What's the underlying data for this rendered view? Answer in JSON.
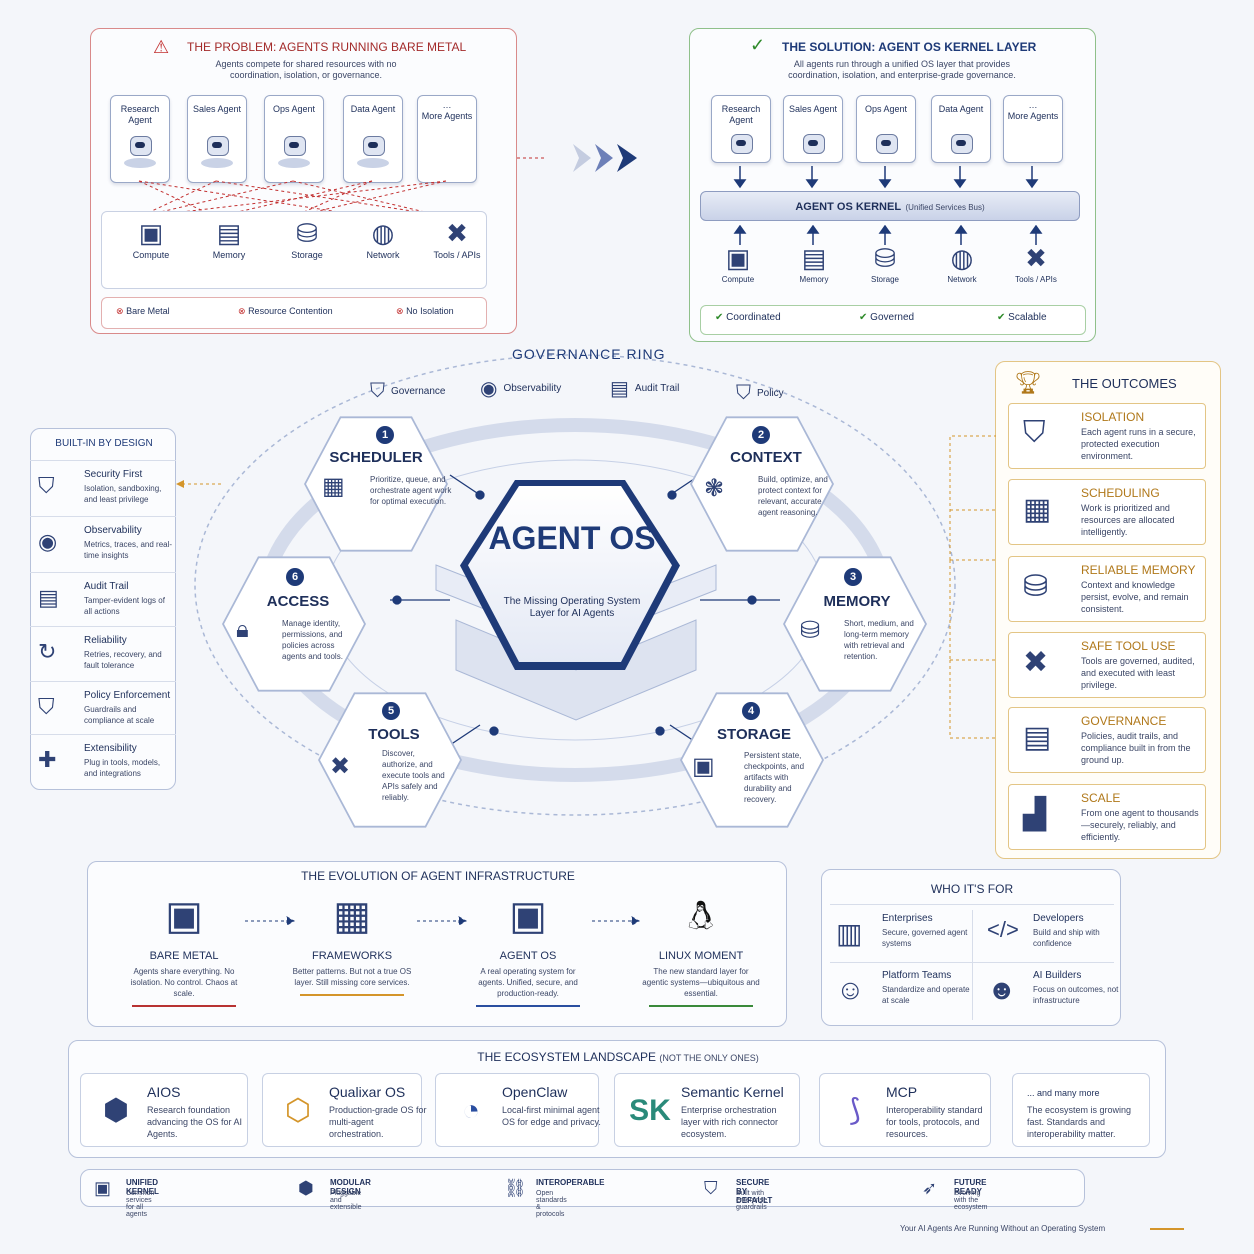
{
  "problem": {
    "title": "THE PROBLEM: AGENTS RUNNING BARE METAL",
    "subtitle": "Agents compete for shared resources with no coordination, isolation, or governance.",
    "agents": [
      "Research Agent",
      "Sales Agent",
      "Ops Agent",
      "Data Agent",
      "More Agents"
    ],
    "resources": [
      "Compute",
      "Memory",
      "Storage",
      "Network",
      "Tools / APIs"
    ],
    "issues": [
      "Bare Metal",
      "Resource Contention",
      "No Isolation"
    ]
  },
  "solution": {
    "title": "THE SOLUTION: AGENT OS KERNEL LAYER",
    "subtitle": "All agents run through a unified OS layer that provides coordination, isolation, and enterprise-grade governance.",
    "agents": [
      "Research Agent",
      "Sales Agent",
      "Ops Agent",
      "Data Agent",
      "More Agents"
    ],
    "kernel_label": "AGENT OS KERNEL",
    "kernel_sub": "(Unified Services Bus)",
    "resources": [
      "Compute",
      "Memory",
      "Storage",
      "Network",
      "Tools / APIs"
    ],
    "benefits": [
      "Coordinated",
      "Governed",
      "Scalable"
    ]
  },
  "governance_ring": {
    "title": "GOVERNANCE RING",
    "items": [
      "Governance",
      "Observability",
      "Audit Trail",
      "Policy"
    ]
  },
  "core": {
    "title": "AGENT OS",
    "subtitle": "The Missing Operating System Layer for AI Agents"
  },
  "modules": [
    {
      "num": "1",
      "title": "SCHEDULER",
      "desc": "Prioritize, queue, and orchestrate agent work for optimal execution."
    },
    {
      "num": "2",
      "title": "CONTEXT",
      "desc": "Build, optimize, and protect context for relevant, accurate agent reasoning."
    },
    {
      "num": "3",
      "title": "MEMORY",
      "desc": "Short, medium, and long-term memory with retrieval and retention."
    },
    {
      "num": "4",
      "title": "STORAGE",
      "desc": "Persistent state, checkpoints, and artifacts with durability and recovery."
    },
    {
      "num": "5",
      "title": "TOOLS",
      "desc": "Discover, authorize, and execute tools and APIs safely and reliably."
    },
    {
      "num": "6",
      "title": "ACCESS",
      "desc": "Manage identity, permissions, and policies across agents and tools."
    }
  ],
  "builtin": {
    "title": "BUILT-IN BY DESIGN",
    "items": [
      {
        "title": "Security First",
        "desc": "Isolation, sandboxing, and least privilege",
        "icon": "shield-icon"
      },
      {
        "title": "Observability",
        "desc": "Metrics, traces, and real-time insights",
        "icon": "eye-icon"
      },
      {
        "title": "Audit Trail",
        "desc": "Tamper-evident logs of all actions",
        "icon": "clipboard-icon"
      },
      {
        "title": "Reliability",
        "desc": "Retries, recovery, and fault tolerance",
        "icon": "refresh-icon"
      },
      {
        "title": "Policy Enforcement",
        "desc": "Guardrails and compliance at scale",
        "icon": "shield-check-icon"
      },
      {
        "title": "Extensibility",
        "desc": "Plug in tools, models, and integrations",
        "icon": "puzzle-icon"
      }
    ]
  },
  "outcomes": {
    "title": "THE OUTCOMES",
    "items": [
      {
        "title": "ISOLATION",
        "desc": "Each agent runs in a secure, protected execution environment.",
        "icon": "shield-cube-icon"
      },
      {
        "title": "SCHEDULING",
        "desc": "Work is prioritized and resources are allocated intelligently.",
        "icon": "calendar-icon"
      },
      {
        "title": "RELIABLE MEMORY",
        "desc": "Context and knowledge persist, evolve, and remain consistent.",
        "icon": "database-icon"
      },
      {
        "title": "SAFE TOOL USE",
        "desc": "Tools are governed, audited, and executed with least privilege.",
        "icon": "tools-icon"
      },
      {
        "title": "GOVERNANCE",
        "desc": "Policies, audit trails, and compliance built in from the ground up.",
        "icon": "policy-icon"
      },
      {
        "title": "SCALE",
        "desc": "From one agent to thousands—securely, reliably, and efficiently.",
        "icon": "chart-icon"
      }
    ]
  },
  "evolution": {
    "title": "THE  EVOLUTION OF AGENT INFRASTRUCTURE",
    "stages": [
      {
        "title": "BARE METAL",
        "desc": "Agents share everything. No isolation. No control. Chaos at scale.",
        "color": "#b83232"
      },
      {
        "title": "FRAMEWORKS",
        "desc": "Better patterns. But not a true OS layer. Still missing core services.",
        "color": "#d4952a"
      },
      {
        "title": "AGENT OS",
        "desc": "A real operating system for agents. Unified, secure, and production-ready.",
        "color": "#2a4ea0"
      },
      {
        "title": "LINUX MOMENT",
        "desc": "The new standard layer for agentic systems—ubiquitous and essential.",
        "color": "#3a8a3a"
      }
    ]
  },
  "who": {
    "title": "WHO IT'S FOR",
    "items": [
      {
        "title": "Enterprises",
        "desc": "Secure, governed agent systems"
      },
      {
        "title": "Developers",
        "desc": "Build and ship with confidence"
      },
      {
        "title": "Platform Teams",
        "desc": "Standardize and operate at scale"
      },
      {
        "title": "AI Builders",
        "desc": "Focus on outcomes, not infrastructure"
      }
    ]
  },
  "ecosystem": {
    "title": "THE  ECOSYSTEM LANDSCAPE",
    "note": "(NOT THE ONLY ONES)",
    "items": [
      {
        "title": "AIOS",
        "desc": "Research foundation advancing the OS for AI Agents."
      },
      {
        "title": "Qualixar OS",
        "desc": "Production-grade OS for multi-agent orchestration."
      },
      {
        "title": "OpenClaw",
        "desc": "Local-first minimal agent OS for edge and privacy."
      },
      {
        "title": "Semantic Kernel",
        "desc": "Enterprise orchestration layer with rich connector ecosystem.",
        "logo": "SK"
      },
      {
        "title": "MCP",
        "desc": "Interoperability standard for tools, protocols, and resources."
      },
      {
        "title": "... and many more",
        "desc": "The ecosystem is growing fast. Standards and interoperability matter."
      }
    ]
  },
  "features": [
    {
      "title": "UNIFIED KERNEL",
      "desc": "Common services for all agents"
    },
    {
      "title": "MODULAR DESIGN",
      "desc": "Pluggable and extensible"
    },
    {
      "title": "INTEROPERABLE",
      "desc": "Open standards & protocols"
    },
    {
      "title": "SECURE BY DEFAULT",
      "desc": "Built with enterprise guardrails"
    },
    {
      "title": "FUTURE READY",
      "desc": "Evolving with the ecosystem"
    }
  ],
  "footer": "Your AI Agents Are Running Without an Operating System",
  "colors": {
    "navy": "#1e2f5a",
    "red": "#a32a2a",
    "green": "#2e6b2a",
    "gold": "#b0781a"
  }
}
